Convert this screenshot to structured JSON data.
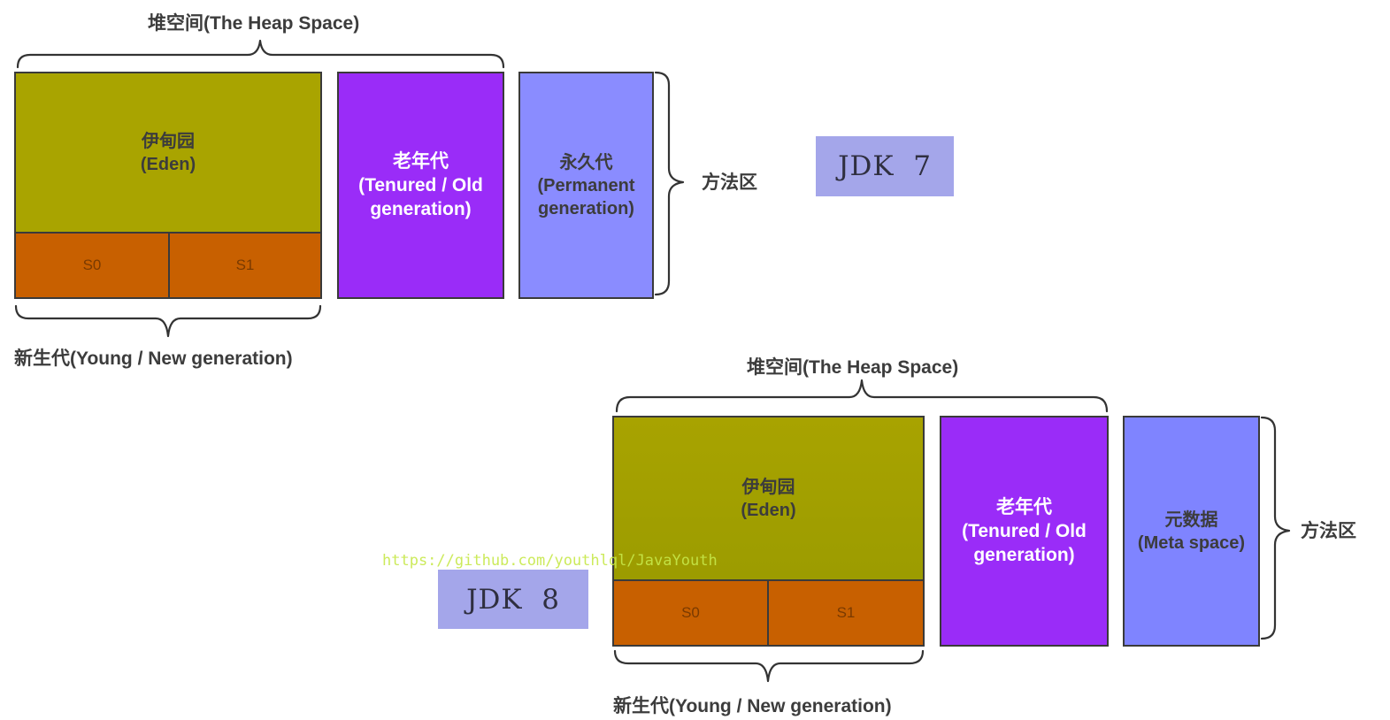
{
  "jdk7": {
    "heap_label": "堆空间(The Heap Space)",
    "eden": {
      "cn": "伊甸园",
      "en": "(Eden)"
    },
    "s0": "S0",
    "s1": "S1",
    "old": {
      "cn": "老年代",
      "l1": "(Tenured / Old",
      "l2": "generation)"
    },
    "perm": {
      "cn": "永久代",
      "l1": "(Permanent",
      "l2": "generation)"
    },
    "method_area": "方法区",
    "young_label": "新生代(Young / New generation)",
    "version": "JDK  7"
  },
  "jdk8": {
    "heap_label": "堆空间(The Heap Space)",
    "eden": {
      "cn": "伊甸园",
      "en": "(Eden)"
    },
    "s0": "S0",
    "s1": "S1",
    "old": {
      "cn": "老年代",
      "l1": "(Tenured / Old",
      "l2": "generation)"
    },
    "meta": {
      "cn": "元数据",
      "en": "(Meta space)"
    },
    "method_area": "方法区",
    "young_label": "新生代(Young / New generation)",
    "version": "JDK  8"
  },
  "watermark": "https://github.com/youthlql/JavaYouth",
  "colors": {
    "eden": "#a9a400",
    "survivor": "#c86000",
    "old": "#9a2cf8",
    "permanent": "#8a8cff",
    "meta": "#7f84ff",
    "jdk_badge": "#a4a6ea"
  }
}
